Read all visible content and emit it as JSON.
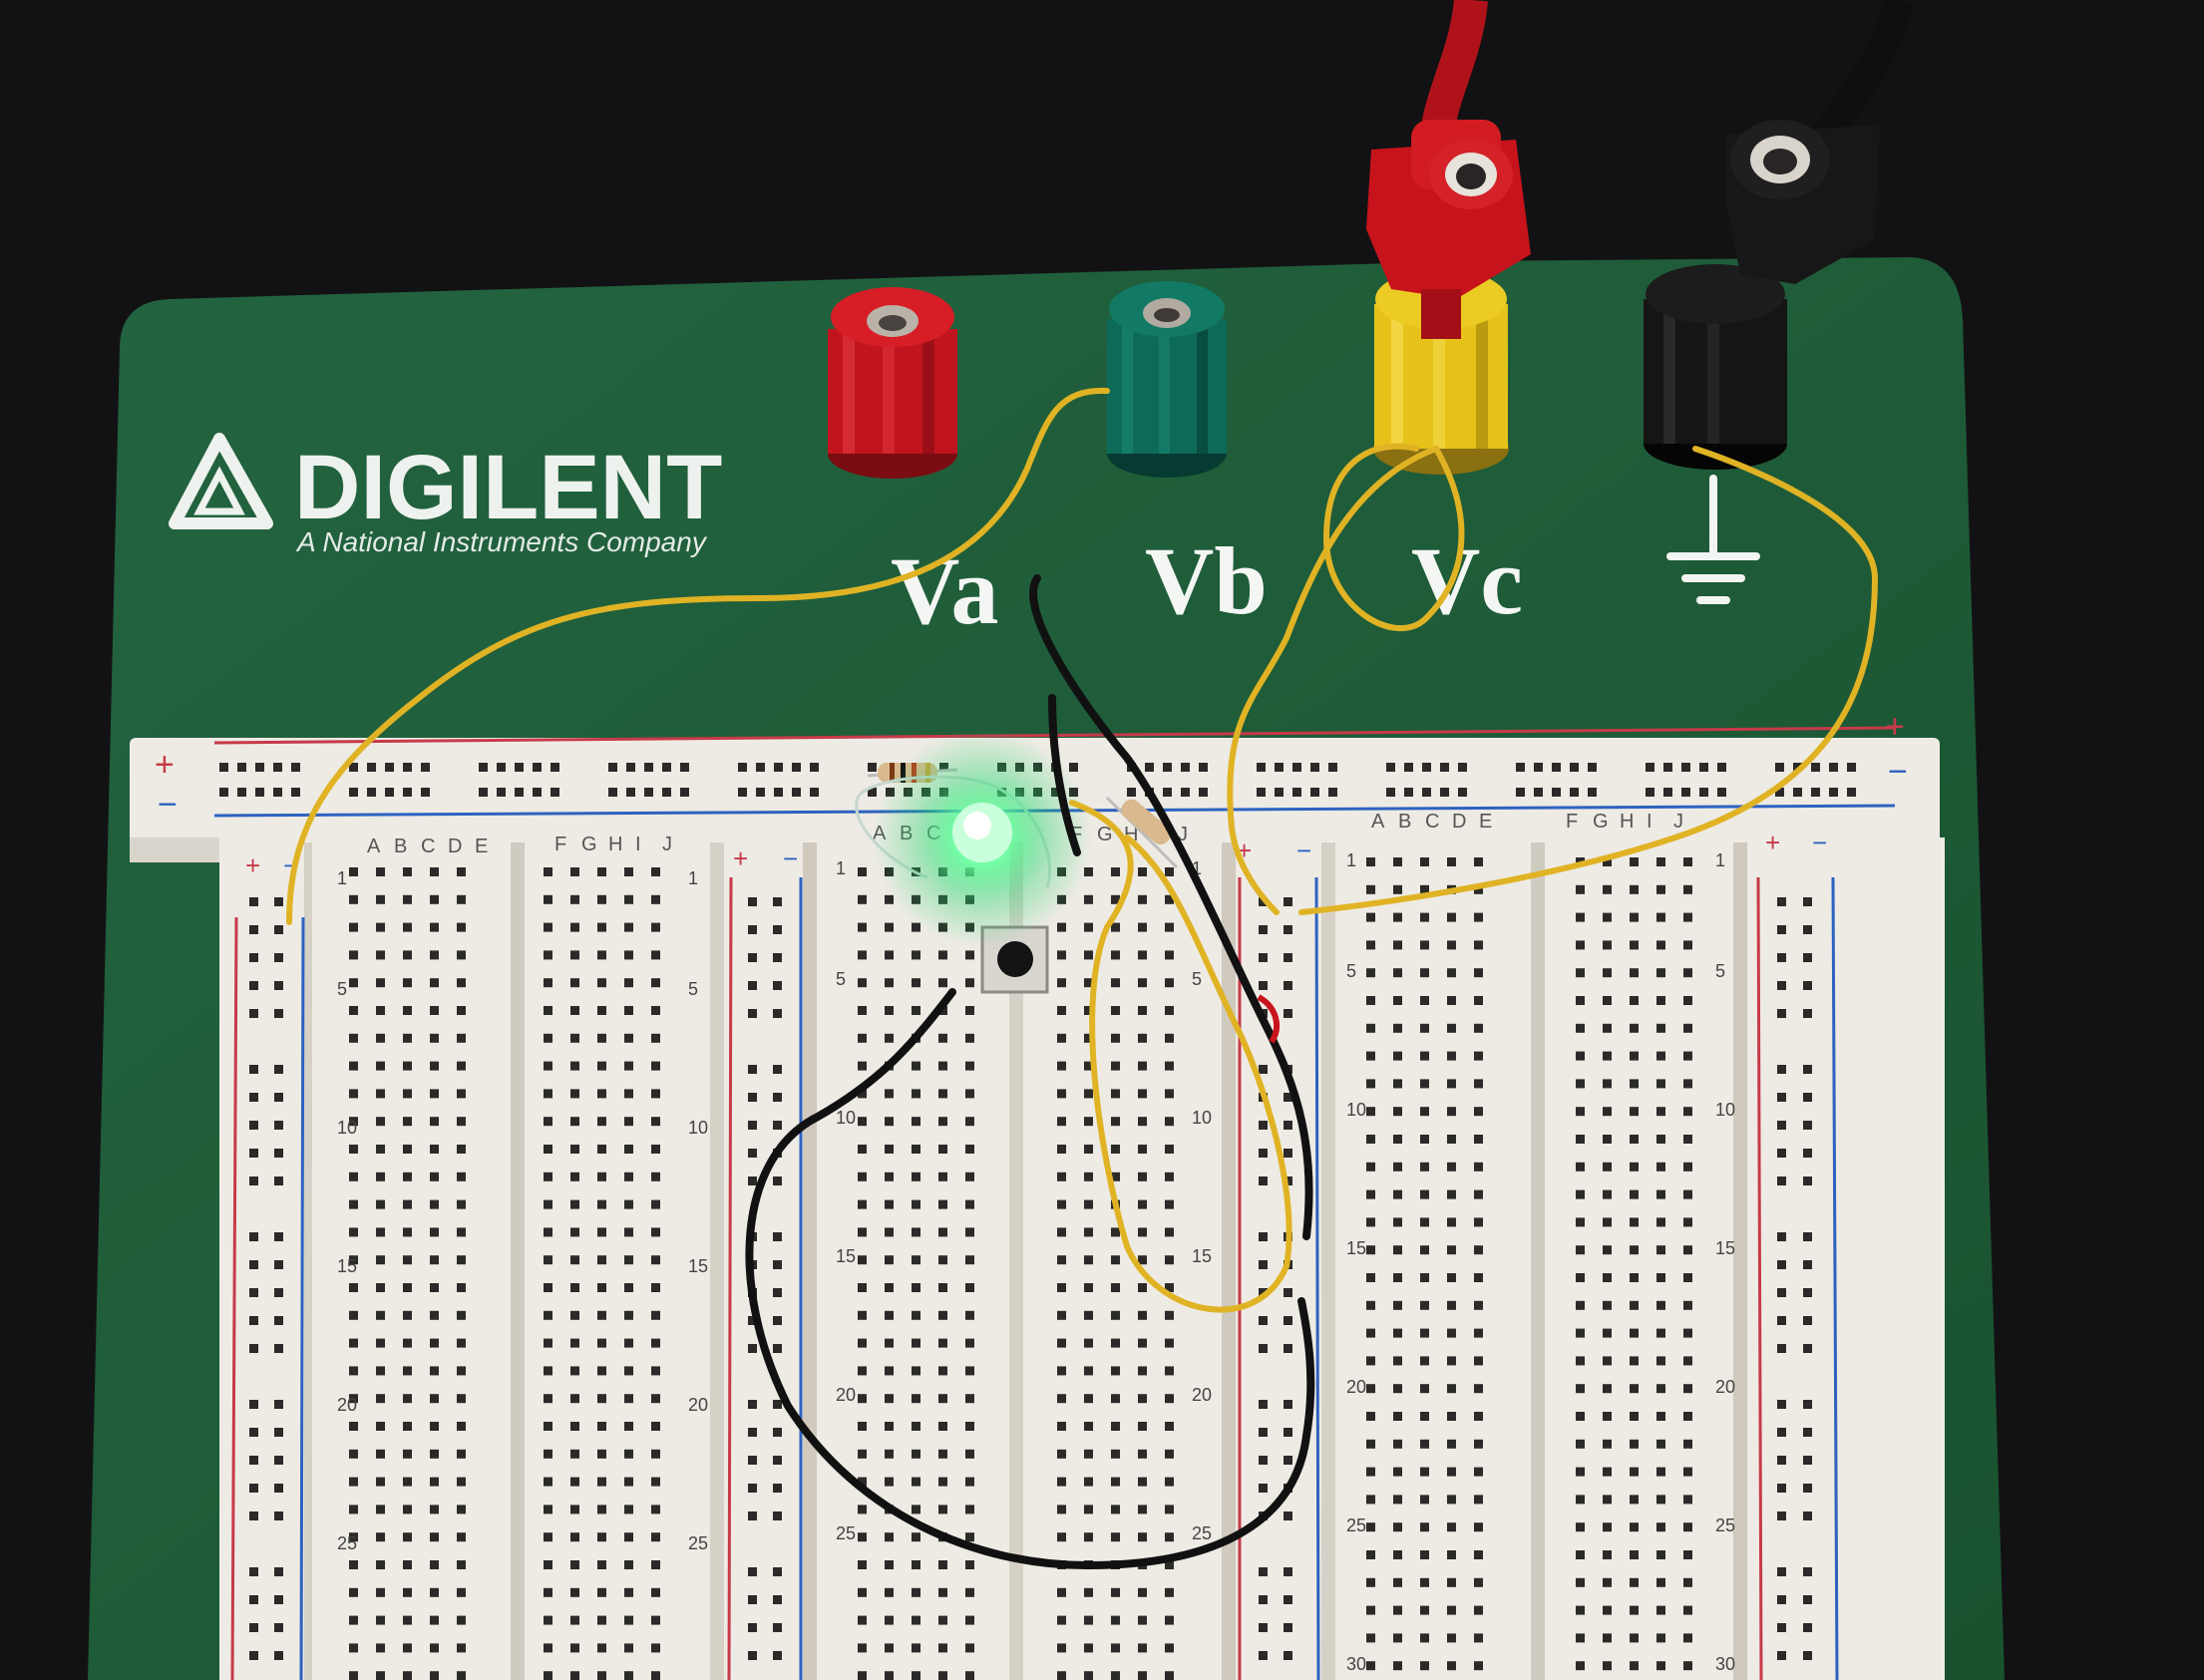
{
  "brand": {
    "name": "DIGILENT",
    "tagline": "A National Instruments Company"
  },
  "terminals": {
    "va": "Va",
    "vb": "Vb",
    "vc": "Vc"
  },
  "breadboard": {
    "column_letters_left": [
      "A",
      "B",
      "C",
      "D",
      "E"
    ],
    "column_letters_right": [
      "F",
      "G",
      "H",
      "I",
      "J"
    ],
    "row_numbers": [
      "1",
      "5",
      "10",
      "15",
      "20",
      "25",
      "30"
    ],
    "rail_plus": "+",
    "rail_minus": "−"
  },
  "colors": {
    "board": "#1e5b36",
    "breadboard": "#eeebe4",
    "rail_red": "#c63a4a",
    "rail_blue": "#2d62c0",
    "wire_yellow": "#e0b325",
    "wire_black": "#111111",
    "led_green": "#5dff9a",
    "post_red": "#c0151f",
    "post_green": "#0e6a58",
    "post_yellow": "#e6c21a",
    "post_black": "#151515"
  }
}
